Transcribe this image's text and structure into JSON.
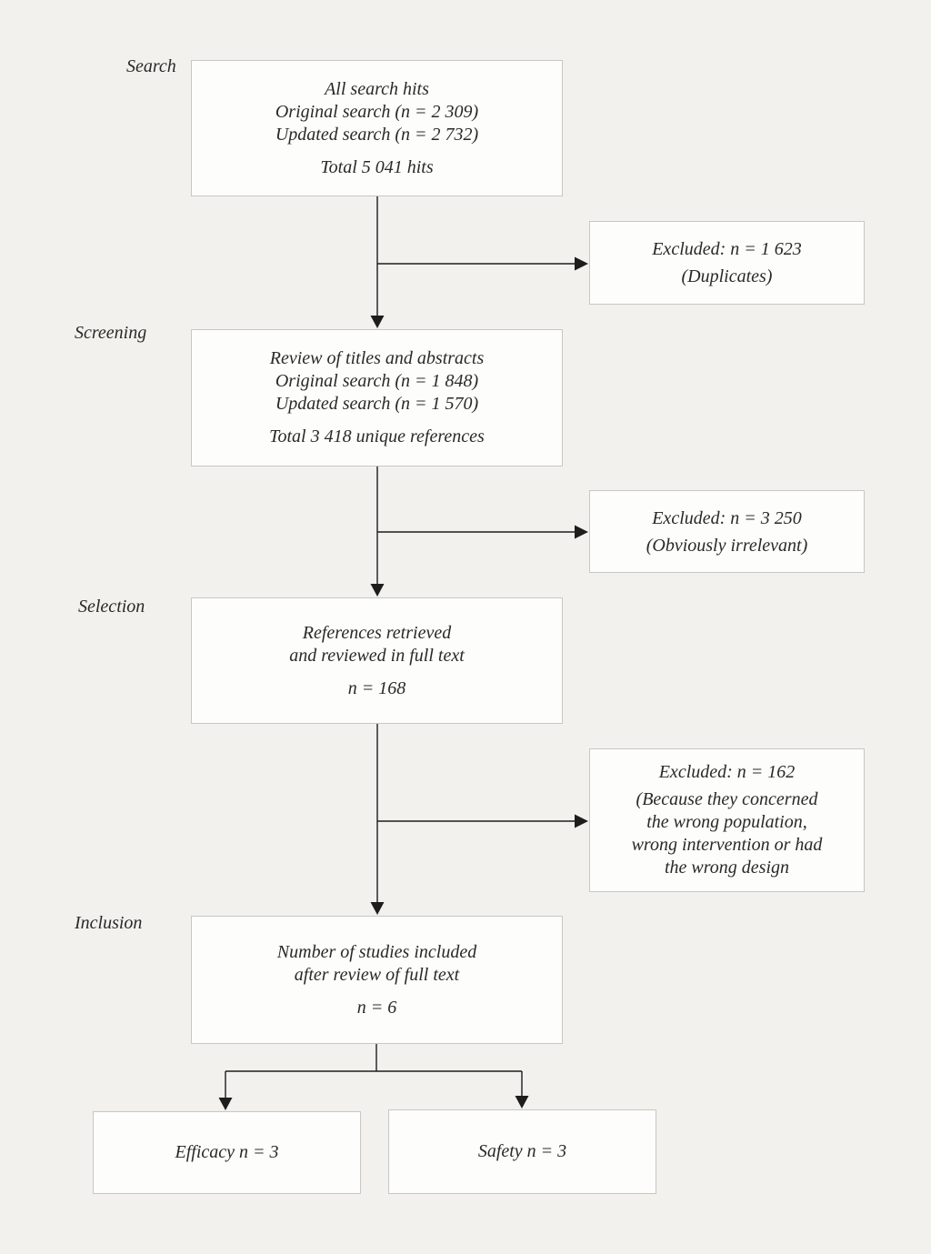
{
  "palette": {
    "background": "#f2f1ee",
    "box_fill": "#fdfdfc",
    "box_border": "#c8c7c4",
    "text": "#2a2927",
    "connector": "#1d1d1b"
  },
  "stage_labels": {
    "search": "Search",
    "screening": "Screening",
    "selection": "Selection",
    "inclusion": "Inclusion"
  },
  "nodes": {
    "search": {
      "lines": [
        "All search hits",
        "Original search (n = 2 309)",
        "Updated search (n = 2 732)"
      ],
      "total": "Total 5 041 hits"
    },
    "excluded_duplicates": {
      "lines": [
        "Excluded: n = 1 623",
        "(Duplicates)"
      ]
    },
    "screening": {
      "lines": [
        "Review of titles and abstracts",
        "Original search (n = 1 848)",
        "Updated search (n = 1 570)"
      ],
      "total": "Total 3 418 unique references"
    },
    "excluded_irrelevant": {
      "lines": [
        "Excluded: n = 3 250",
        "(Obviously irrelevant)"
      ]
    },
    "selection": {
      "lines": [
        "References retrieved",
        "and reviewed in full text"
      ],
      "total": "n = 168"
    },
    "excluded_wrong": {
      "title": "Excluded: n = 162",
      "reason_lines": [
        "(Because they concerned",
        "the wrong population,",
        "wrong intervention or had",
        "the wrong design"
      ]
    },
    "inclusion": {
      "lines": [
        "Number of studies included",
        "after review of full text"
      ],
      "total": "n = 6"
    },
    "efficacy": {
      "label": "Efficacy n = 3"
    },
    "safety": {
      "label": "Safety n = 3"
    }
  }
}
